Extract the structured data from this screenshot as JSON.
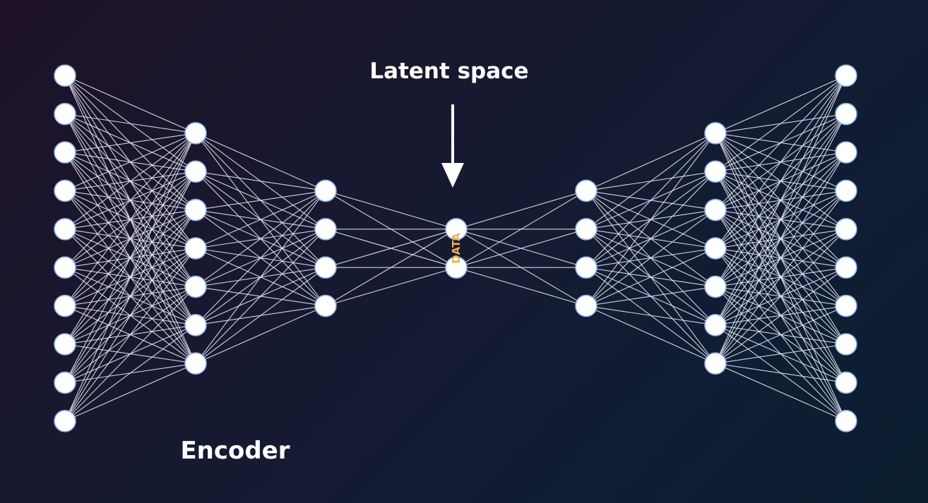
{
  "diagram": {
    "latent_label": "Latent space",
    "encoder_label": "Encoder",
    "latent_node_text": "DATA",
    "layers": [
      10,
      7,
      4,
      2,
      4,
      7,
      10
    ],
    "colors": {
      "background_start": "#1d1228",
      "background_end": "#0b1f30",
      "node_fill": "#ffffff",
      "node_outline": "#8fb3e8",
      "edge": "#e6e9f2",
      "label": "#ffffff",
      "latent_text": "#f0b24a"
    },
    "icons": {
      "pointer": "down-arrow-icon"
    }
  }
}
